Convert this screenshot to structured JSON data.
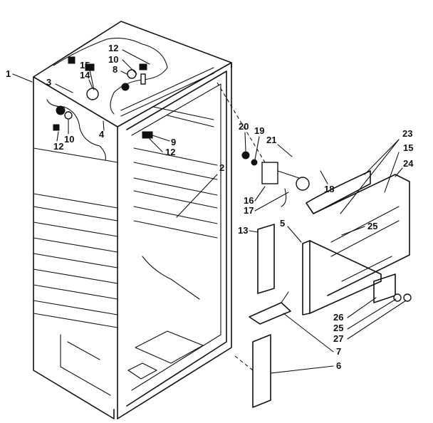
{
  "callouts": {
    "c1": "1",
    "c2": "2",
    "c3": "3",
    "c4": "4",
    "c5": "5",
    "c6": "6",
    "c7": "7",
    "c8": "8",
    "c9": "9",
    "c10a": "10",
    "c10b": "10",
    "c12a": "12",
    "c12b": "12",
    "c12c": "12",
    "c13": "13",
    "c14": "14",
    "c15a": "15",
    "c15b": "15",
    "c16": "16",
    "c17": "17",
    "c18": "18",
    "c19": "19",
    "c20": "20",
    "c21": "21",
    "c23": "23",
    "c24": "24",
    "c25a": "25",
    "c25b": "25",
    "c26": "26",
    "c27": "27"
  }
}
